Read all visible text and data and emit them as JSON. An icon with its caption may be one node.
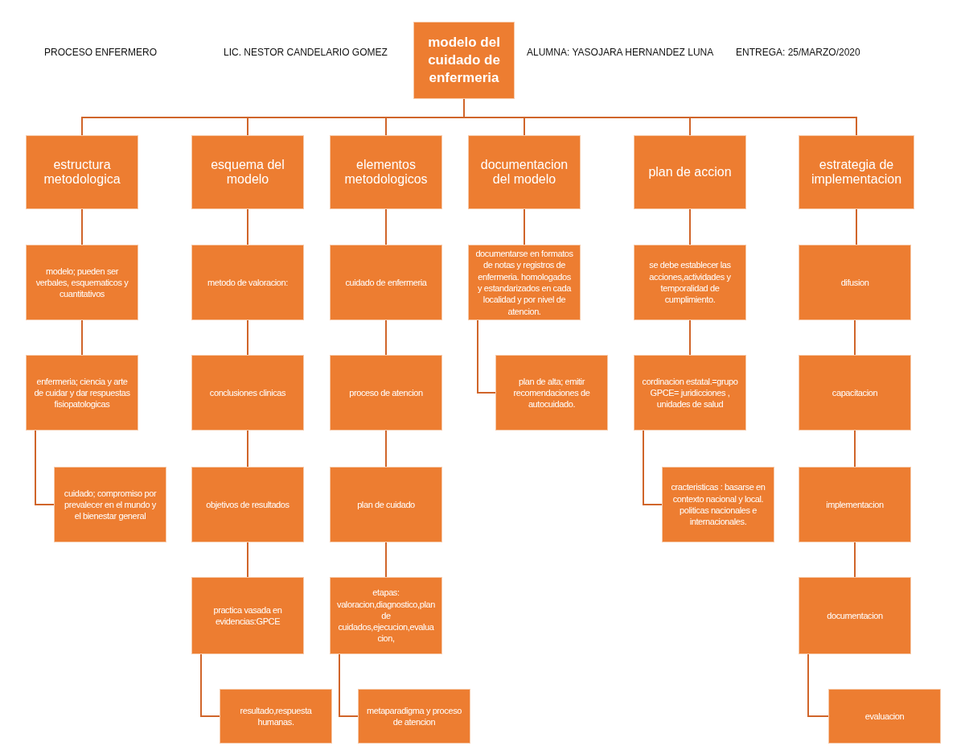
{
  "diagram": {
    "nodes": [
      {
        "text": [
          "modelo del cuidado de enfermeria"
        ]
      },
      {
        "text": [
          "estructura metodologica"
        ]
      },
      {
        "text": [
          "esquema del modelo"
        ]
      },
      {
        "text": [
          "elementos metodologicos"
        ]
      },
      {
        "text": [
          "documentacion del modelo"
        ]
      },
      {
        "text": [
          "plan de accion"
        ]
      },
      {
        "text": [
          "estrategia de implementacion"
        ]
      },
      {
        "text": [
          "modelo; pueden ser verbales, esquematicos y cuantitativos"
        ]
      },
      {
        "text": [
          "enfermeria; ciencia y arte de cuidar y dar respuestas fisiopatologicas"
        ]
      },
      {
        "text": [
          "cuidado; compromiso por prevalecer en el mundo y el bienestar general"
        ]
      },
      {
        "text": [
          "metodo de valoracion:"
        ]
      },
      {
        "text": [
          "conclusiones clinicas"
        ]
      },
      {
        "text": [
          "objetivos de resultados"
        ]
      },
      {
        "text": [
          "practica vasada en evidencias:GPCE"
        ]
      },
      {
        "text": [
          "resultado,respuesta humanas."
        ]
      },
      {
        "text": [
          "cuidado de enfermeria"
        ]
      },
      {
        "text": [
          "proceso de atencion"
        ]
      },
      {
        "text": [
          "plan de cuidado"
        ]
      },
      {
        "text": [
          "etapas: valoracion,diagnostico,plan de cuidados,ejecucion,evaluacion,"
        ]
      },
      {
        "text": [
          "metaparadigma y proceso de atencion"
        ]
      },
      {
        "text": [
          "documentarse en formatos de notas y registros de enfermeria. homologados y estandarizados en cada localidad y por nivel de atencion."
        ]
      },
      {
        "text": [
          "plan de alta; emitir recomendaciones de autocuidado."
        ]
      },
      {
        "text": [
          "se debe establecer las acciones,actividades y temporalidad de cumplimiento."
        ]
      },
      {
        "text": [
          "cordinacion estatal.=grupo GPCE= juridicciones , unidades de salud"
        ]
      },
      {
        "text": [
          "cracteristicas : basarse en contexto nacional y local. politicas nacionales e internacionales."
        ]
      },
      {
        "text": [
          "difusion"
        ]
      },
      {
        "text": [
          "capacitacion"
        ]
      },
      {
        "text": [
          "implementacion"
        ]
      },
      {
        "text": [
          "documentacion"
        ]
      },
      {
        "text": [
          "evaluacion"
        ]
      }
    ],
    "edges": [
      {
        "from": 0,
        "to": 1,
        "arrow": "none"
      },
      {
        "from": 0,
        "to": 2,
        "arrow": "none"
      },
      {
        "from": 0,
        "to": 3,
        "arrow": "none"
      },
      {
        "from": 0,
        "to": 4,
        "arrow": "none"
      },
      {
        "from": 0,
        "to": 5,
        "arrow": "none"
      },
      {
        "from": 0,
        "to": 6,
        "arrow": "none"
      },
      {
        "from": 1,
        "to": 7,
        "arrow": "none"
      },
      {
        "from": 7,
        "to": 8,
        "arrow": "none"
      },
      {
        "from": 8,
        "to": 9,
        "arrow": "none"
      },
      {
        "from": 2,
        "to": 10,
        "arrow": "none"
      },
      {
        "from": 10,
        "to": 11,
        "arrow": "none"
      },
      {
        "from": 11,
        "to": 12,
        "arrow": "none"
      },
      {
        "from": 12,
        "to": 13,
        "arrow": "none"
      },
      {
        "from": 13,
        "to": 14,
        "arrow": "none"
      },
      {
        "from": 3,
        "to": 15,
        "arrow": "none"
      },
      {
        "from": 15,
        "to": 16,
        "arrow": "none"
      },
      {
        "from": 16,
        "to": 17,
        "arrow": "none"
      },
      {
        "from": 17,
        "to": 18,
        "arrow": "none"
      },
      {
        "from": 18,
        "to": 19,
        "arrow": "none"
      },
      {
        "from": 4,
        "to": 20,
        "arrow": "none"
      },
      {
        "from": 20,
        "to": 21,
        "arrow": "none"
      },
      {
        "from": 5,
        "to": 22,
        "arrow": "none"
      },
      {
        "from": 22,
        "to": 23,
        "arrow": "none"
      },
      {
        "from": 23,
        "to": 24,
        "arrow": "none"
      },
      {
        "from": 6,
        "to": 25,
        "arrow": "none"
      },
      {
        "from": 25,
        "to": 26,
        "arrow": "none"
      },
      {
        "from": 26,
        "to": 27,
        "arrow": "none"
      },
      {
        "from": 27,
        "to": 28,
        "arrow": "none"
      },
      {
        "from": 28,
        "to": 29,
        "arrow": "none"
      }
    ],
    "labels": [
      "PROCESO ENFERMERO",
      "LIC. NESTOR CANDELARIO GOMEZ",
      "ALUMNA: YASOJARA HERNANDEZ LUNA",
      "ENTREGA: 25/MARZO/2020"
    ]
  }
}
